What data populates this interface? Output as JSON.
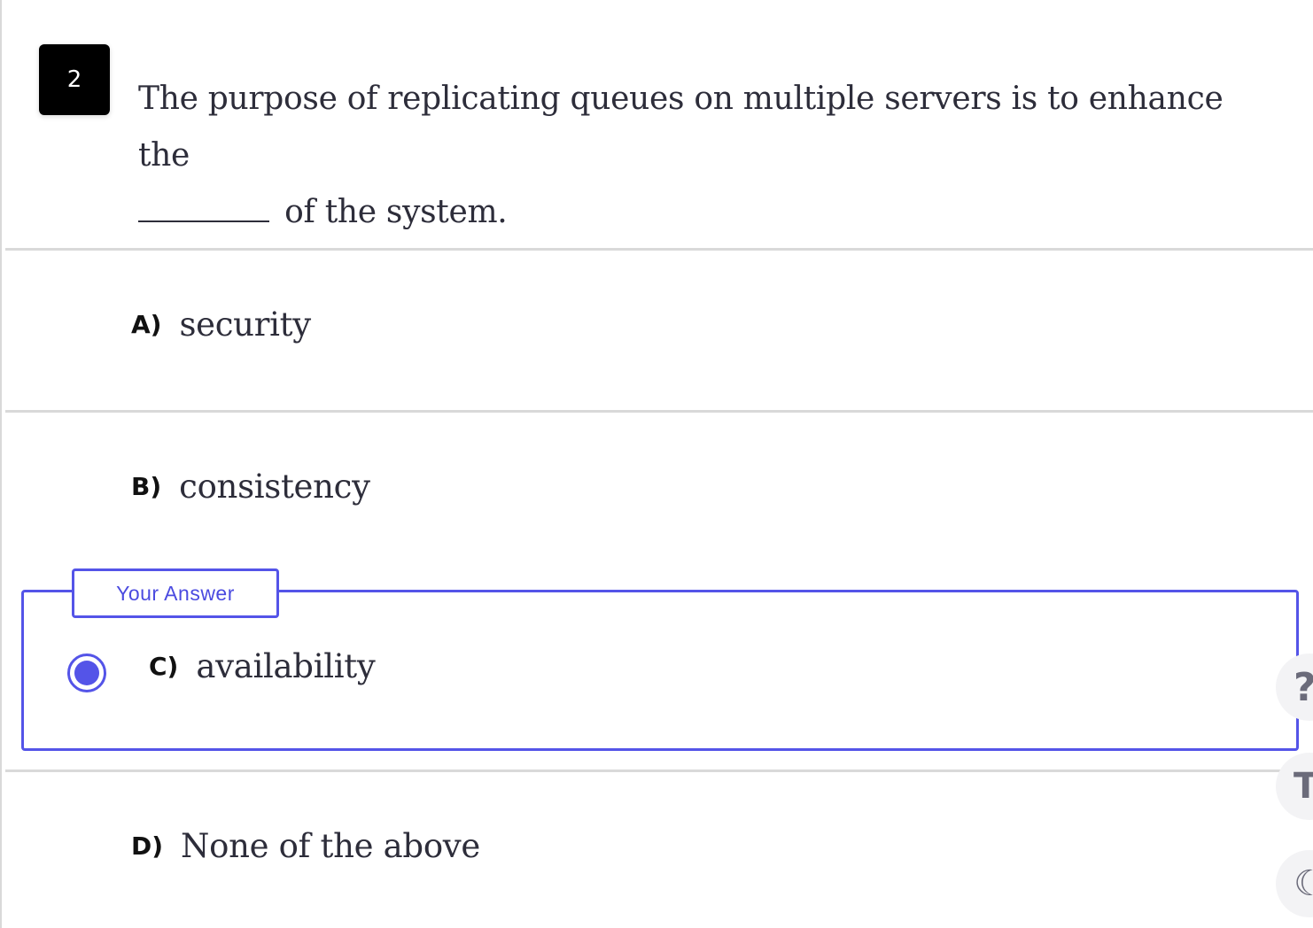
{
  "question": {
    "number": "2",
    "text_before_line_break": "The purpose of replicating queues on multiple servers is to enhance the",
    "text_after_blank": "of the system."
  },
  "options": [
    {
      "letter": "A)",
      "text": "security",
      "selected": false
    },
    {
      "letter": "B)",
      "text": "consistency",
      "selected": false
    },
    {
      "letter": "C)",
      "text": "availability",
      "selected": true
    },
    {
      "letter": "D)",
      "text": "None of the above",
      "selected": false
    }
  ],
  "selection_tag": "Your Answer",
  "side_tools": [
    {
      "icon": "help-icon",
      "glyph": "?"
    },
    {
      "icon": "text-size-icon",
      "glyph": "T"
    },
    {
      "icon": "theme-moon-icon",
      "glyph": "☾"
    }
  ],
  "colors": {
    "accent": "#5454e8",
    "question_badge": "#000000",
    "divider": "#d9d9d9",
    "text": "#2d2d3a"
  }
}
